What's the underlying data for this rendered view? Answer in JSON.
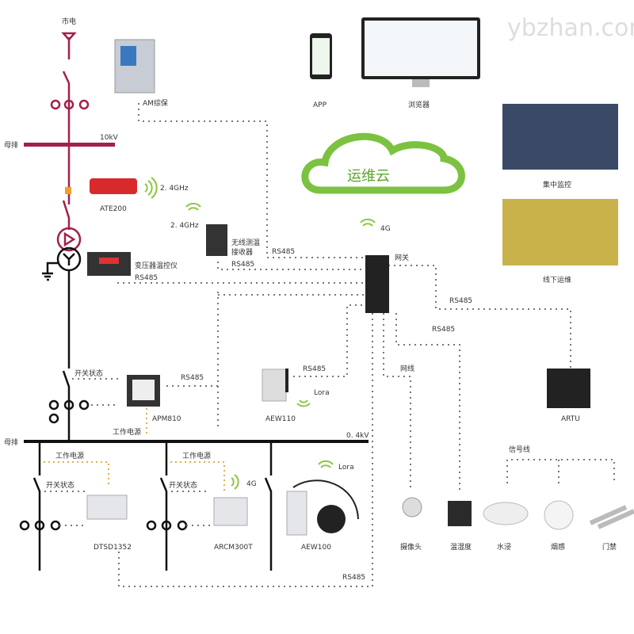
{
  "watermark": "ybzhan.com",
  "colors": {
    "hv_line": "#a3204a",
    "lv_line": "#111111",
    "cloud": "#7cc241",
    "wireless": "#8dc63f",
    "comm": "#777777",
    "power": "#e0b050"
  },
  "labels": {
    "grid": "市电",
    "am": "AM综保",
    "bus": "母排",
    "kv10": "10kV",
    "ate": "ATE200",
    "ghz1": "2. 4GHz",
    "ghz2": "2. 4GHz",
    "receiver1": "无线测温",
    "receiver2": "接收器",
    "rs485_a": "RS485",
    "rs485_b": "RS485",
    "transformer": "变压器温控仪",
    "rs485_c": "RS485",
    "app": "APP",
    "browser": "浏览器",
    "cloud": "运维云",
    "g4": "4G",
    "gateway": "网关",
    "central": "集中监控",
    "offline": "线下运维",
    "rs485_d": "RS485",
    "rs485_e": "RS485",
    "wire": "网线",
    "switch1": "开关状态",
    "apm": "APM810",
    "rs485_f": "RS485",
    "aew110": "AEW110",
    "rs485_g": "RS485",
    "lora1": "Lora",
    "power1": "工作电源",
    "bus2": "母排",
    "kv04": "0. 4kV",
    "artu": "ARTU",
    "power2": "工作电源",
    "power3": "工作电源",
    "switch2": "开关状态",
    "switch3": "开关状态",
    "g4b": "4G",
    "lora2": "Lora",
    "signal": "信号线",
    "dtsd": "DTSD1352",
    "arcm": "ARCM300T",
    "aew100": "AEW100",
    "rs485_h": "RS485",
    "camera": "摄像头",
    "temphum": "温湿度",
    "water": "水浸",
    "smoke": "烟感",
    "door": "门禁"
  }
}
